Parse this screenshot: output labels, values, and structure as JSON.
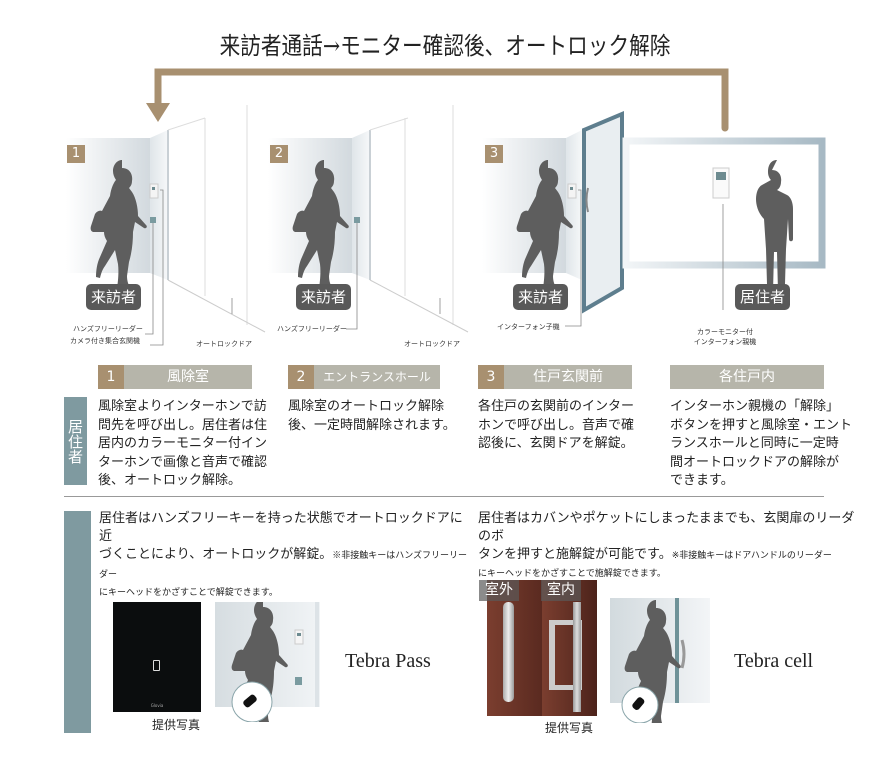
{
  "title": "来訪者通話→モニター確認後、オートロック解除",
  "colors": {
    "accent_gold": "#a89070",
    "header_gray": "#b6b5aa",
    "side_teal": "#7f9aa0",
    "label_dark": "#595959",
    "door_blue": "#5e7e8e"
  },
  "scenes": [
    {
      "number": "1",
      "role": "来訪者",
      "callouts": [
        "ハンズフリーリーダー",
        "カメラ付き集合玄関機",
        "オートロックドア"
      ]
    },
    {
      "number": "2",
      "role": "来訪者",
      "callouts": [
        "ハンズフリーリーダー",
        "オートロックドア"
      ]
    },
    {
      "number": "3",
      "role": "来訪者",
      "callouts": [
        "インターフォン子機"
      ]
    },
    {
      "number": "",
      "role": "居住者",
      "callouts": [
        "カラーモニター付",
        "インターフォン親機"
      ]
    }
  ],
  "side_tab_label": "居住者",
  "sections": [
    {
      "number": "1",
      "heading": "風除室",
      "lines": [
        "風除室よりインターホンで訪",
        "問先を呼び出し。居住者は住",
        "居内のカラーモニター付イン",
        "ターホンで画像と音声で確認",
        "後、オートロック解除。"
      ]
    },
    {
      "number": "2",
      "heading": "エントランスホール",
      "lines": [
        "風除室のオートロック解除",
        "後、一定時間解除されます。"
      ]
    },
    {
      "number": "3",
      "heading": "住戸玄関前",
      "lines": [
        "各住戸の玄関前のインター",
        "ホンで呼び出し。音声で確",
        "認後に、玄関ドアを解錠。"
      ]
    },
    {
      "number": "",
      "heading": "各住戸内",
      "lines": [
        "インターホン親機の「解除」",
        "ボタンを押すと風除室・エント",
        "ランスホールと同時に一定時",
        "間オートロックドアの解除が",
        "できます。"
      ]
    }
  ],
  "features": [
    {
      "line1": "居住者はハンズフリーキーを持った状態でオートロックドアに近",
      "line2": "づくことにより、オートロックが解錠。",
      "note2": "※非接触キーはハンズフリーリーダー",
      "line3": "にキーヘッドをかざすことで解錠できます。",
      "photo_caption": "提供写真",
      "product": "Tebra Pass"
    },
    {
      "line1": "居住者はカバンやポケットにしまったままでも、玄関扉のリーダのボ",
      "line2": "タンを押すと施解錠が可能です。",
      "note2": "※非接触キーはドアハンドルのリーダー",
      "line3": "にキーヘッドをかざすことで施解錠できます。",
      "photo_caption": "提供写真",
      "product": "Tebra cell",
      "photo_labels": [
        "室外",
        "室内"
      ]
    }
  ]
}
